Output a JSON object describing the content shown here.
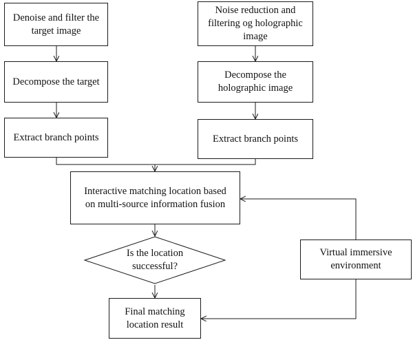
{
  "left_branch": {
    "step1": "Denoise and filter the target image",
    "step2": "Decompose the target",
    "step3": "Extract branch points"
  },
  "right_branch": {
    "step1": "Noise reduction and filtering og holographic image",
    "step2": "Decompose the holographic image",
    "step3": "Extract branch points"
  },
  "matching": "Interactive matching location based on multi-source information fusion",
  "decision": "Is the location successful?",
  "result": "Final matching location result",
  "environment": "Virtual immersive environment"
}
